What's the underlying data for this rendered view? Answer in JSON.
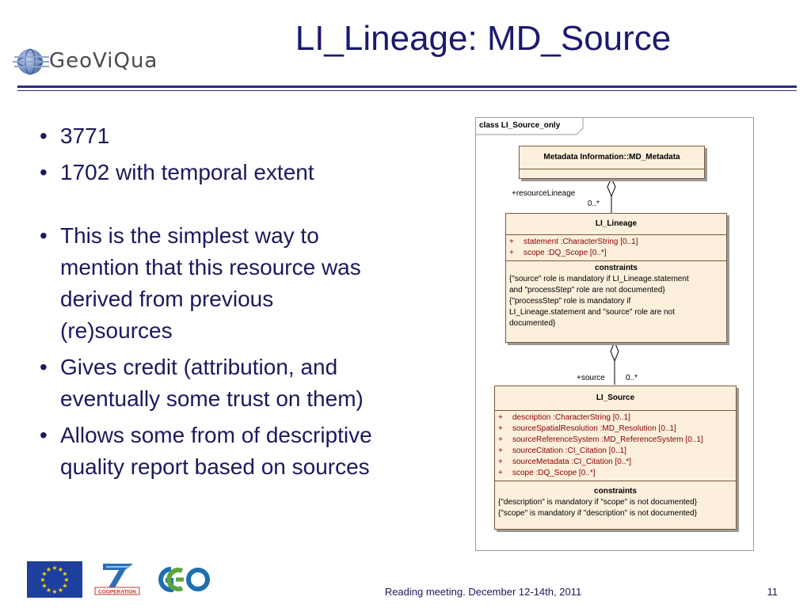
{
  "header": {
    "logo_text": "GeoViQua",
    "title": "LI_Lineage: MD_Source"
  },
  "bullets": [
    {
      "lines": [
        "3771"
      ]
    },
    {
      "lines": [
        "1702 with temporal extent"
      ]
    },
    {
      "lines": [
        "This is the simplest way to",
        "mention that this resource was",
        "derived from previous",
        "(re)sources"
      ]
    },
    {
      "lines": [
        "Gives credit (attribution, and",
        "eventually some trust on them)"
      ]
    },
    {
      "lines": [
        "Allows some from of descriptive",
        "quality report based on sources"
      ]
    }
  ],
  "bullet_glyph": "•",
  "diagram": {
    "frame_label": "class LI_Source_only",
    "md_metadata": {
      "name": "Metadata Information::MD_Metadata"
    },
    "assoc1": {
      "role": "+resourceLineage",
      "multiplicity": "0..*"
    },
    "li_lineage": {
      "name": "LI_Lineage",
      "attributes": [
        "statement  :CharacterString [0..1]",
        "scope  :DQ_Scope [0..*]"
      ],
      "constraints_title": "constraints",
      "constraints": [
        "{\"source\" role is mandatory if LI_Lineage.statement",
        "and \"processStep\" role are not documented}",
        "{\"processStep\" role is mandatory if",
        "LI_Lineage.statement and \"source\" role are not",
        "documented}"
      ]
    },
    "assoc2": {
      "role": "+source",
      "multiplicity": "0..*"
    },
    "li_source": {
      "name": "LI_Source",
      "attributes": [
        "description  :CharacterString [0..1]",
        "sourceSpatialResolution  :MD_Resolution [0..1]",
        "sourceReferenceSystem  :MD_ReferenceSystem [0..1]",
        "sourceCitation  :CI_Citation [0..1]",
        "sourceMetadata  :CI_Citation [0..*]",
        "scope  :DQ_Scope [0..*]"
      ],
      "constraints_title": "constraints",
      "constraints": [
        "{\"description\" is mandatory if \"scope\" is not documented}",
        "{\"scope\" is mandatory if \"description\" is not documented}"
      ]
    },
    "plus": "+"
  },
  "footer": {
    "fp7_text": "COOPERATION",
    "text": "Reading meeting. December 12-14th, 2011",
    "page_number": "11"
  },
  "colors": {
    "title": "#1a1a6e",
    "rule": "#2a2a8a",
    "uml_fill": "#fcefdc",
    "uml_attr": "#8b0000",
    "eu_blue": "#1d3f9e",
    "eu_star": "#ffd400"
  }
}
